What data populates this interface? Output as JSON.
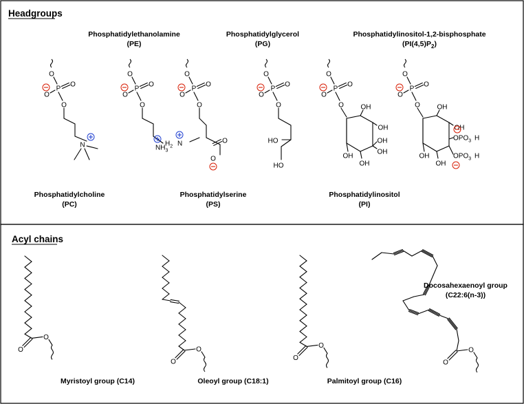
{
  "sections": {
    "headgroups": "Headgroups",
    "acyl_chains": "Acyl chains"
  },
  "headgroups": {
    "pe": [
      "Phosphatidylethanolamine",
      "(PE)"
    ],
    "pg": [
      "Phosphatidylglycerol",
      "(PG)"
    ],
    "pip2": [
      "Phosphatidylinositol-1,2-bisphosphate",
      "(PI(4,5)P",
      "2",
      ")"
    ],
    "pc": [
      "Phosphatidylcholine",
      "(PC)"
    ],
    "ps": [
      "Phosphatidylserine",
      "(PS)"
    ],
    "pi": [
      "Phosphatidylinositol",
      "(PI)"
    ]
  },
  "acyl": {
    "myristoyl": "Myristoyl group (C14)",
    "oleoyl": "Oleoyl group (C18:1)",
    "palmitoyl": "Palmitoyl group (C16)",
    "dha": [
      "Docosahexaenoyl group",
      "(C22:6(n-3))"
    ]
  },
  "atoms": {
    "O": "O",
    "P": "P",
    "N": "N",
    "H2N": "H",
    "H2N_tail": "N",
    "NH3": "NH",
    "three": "3",
    "two": "2",
    "HO": "HO",
    "OH": "OH",
    "OPO3H": "OPO",
    "H": "H"
  },
  "charges": {
    "minus": "−",
    "plus": "+"
  },
  "colors": {
    "negative_charge": "#d81e05",
    "positive_charge": "#1f3fd0",
    "stroke": "#000000"
  }
}
